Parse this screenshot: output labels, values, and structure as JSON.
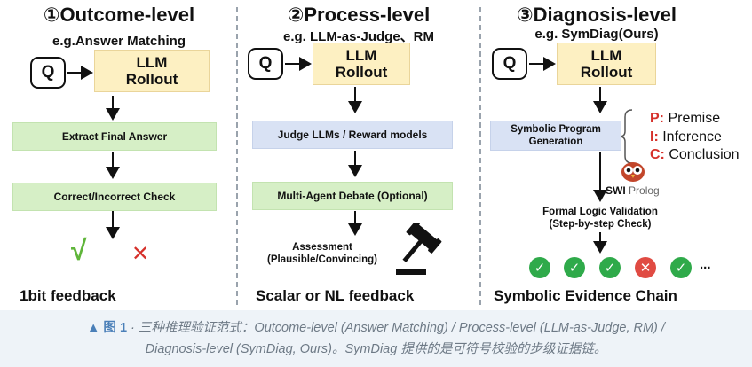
{
  "columns": [
    {
      "title": "①Outcome-level",
      "subtitle": "e.g.Answer Matching",
      "q": "Q",
      "llm": [
        "LLM",
        "Rollout"
      ],
      "steps": [
        "Extract Final Answer",
        "Correct/Incorrect Check"
      ],
      "symbols": [
        "√",
        "✕"
      ],
      "footer": "1bit feedback"
    },
    {
      "title": "②Process-level",
      "subtitle": "e.g. LLM-as-Judge、RM",
      "q": "Q",
      "llm": [
        "LLM",
        "Rollout"
      ],
      "steps": [
        "Judge LLMs / Reward models",
        "Multi-Agent Debate (Optional)"
      ],
      "assessment": [
        "Assessment",
        "(Plausible/Convincing)"
      ],
      "icon": "gavel-icon",
      "footer": "Scalar or NL feedback"
    },
    {
      "title": "③Diagnosis-level",
      "subtitle": "e.g. SymDiag(Ours)",
      "q": "Q",
      "llm": [
        "LLM",
        "Rollout"
      ],
      "steps": [
        "Symbolic Program",
        "Generation"
      ],
      "pic": [
        {
          "key": "P:",
          "label": "Premise"
        },
        {
          "key": "I:",
          "label": "Inference"
        },
        {
          "key": "C:",
          "label": "Conclusion"
        }
      ],
      "logo": {
        "brand": "SWI",
        "text": "Prolog",
        "icon": "owl-icon"
      },
      "validation": [
        "Formal Logic Validation",
        "(Step-by-step Check)"
      ],
      "chain": [
        "check",
        "check",
        "check",
        "cross",
        "check"
      ],
      "ellipsis": "...",
      "footer": "Symbolic Evidence Chain"
    }
  ],
  "caption": {
    "lead": "▲ 图 1",
    "text_line1": " · 三种推理验证范式：Outcome-level (Answer Matching) / Process-level (LLM-as-Judge, RM) /",
    "text_line2": "Diagnosis-level (SymDiag, Ours)。SymDiag 提供的是可符号校验的步级证据链。"
  },
  "colors": {
    "green_box": "#d6efc6",
    "blue_box": "#d9e2f4",
    "llm_box": "#fdf0c2",
    "check": "#2faa4a",
    "cross": "#e04b43",
    "key_red": "#d6312b"
  }
}
